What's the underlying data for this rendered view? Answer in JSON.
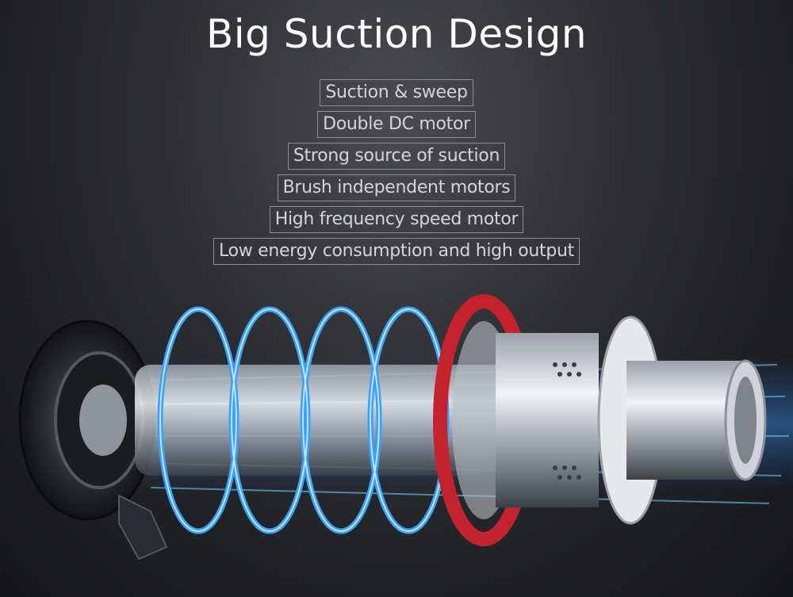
{
  "title": "Big Suction Design",
  "features": [
    "Suction & sweep",
    "Double DC motor",
    "Strong source of suction",
    "Brush independent motors",
    "High frequency speed motor",
    "Low energy consumption and high output"
  ],
  "colors": {
    "background": "#2b2c30",
    "title": "#ffffff",
    "feature_text": "#d4d5d8",
    "feature_border": "#8d8e92",
    "glow": "#2e8fff",
    "red_ring": "#c4222c"
  },
  "illustration": "exploded-motor-icon"
}
